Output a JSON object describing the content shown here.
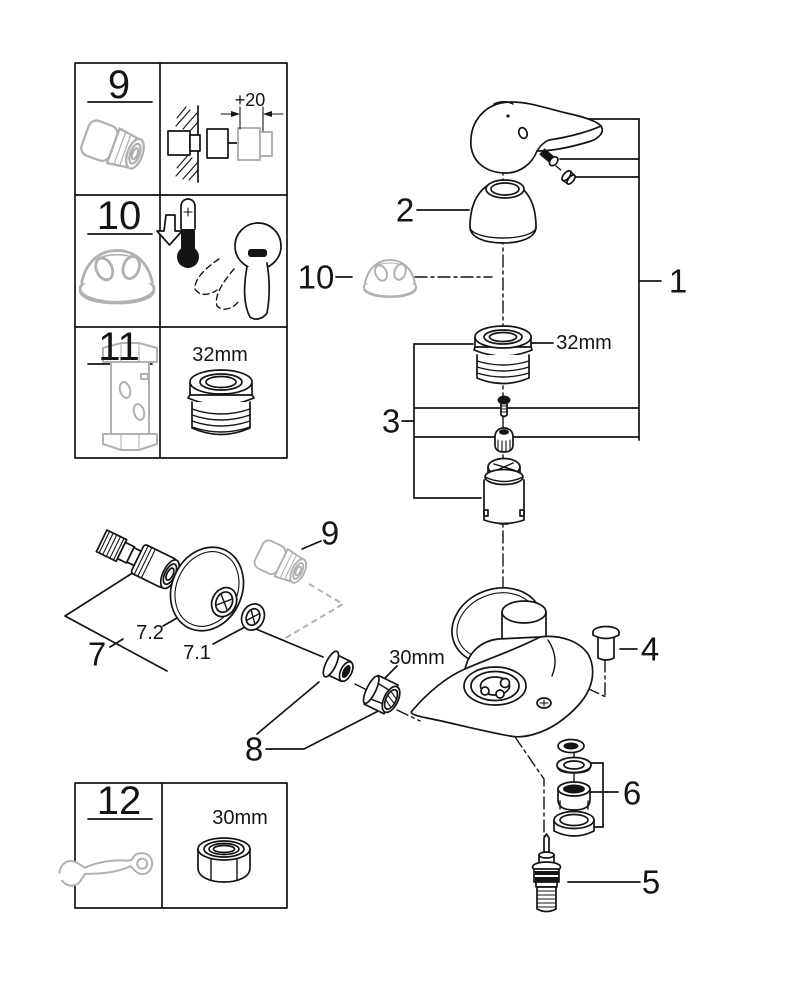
{
  "colors": {
    "ink": "#141414",
    "muted": "#b1b1b1",
    "background": "#ffffff"
  },
  "exploded_view": {
    "labels": {
      "part_1": "1",
      "part_2": "2",
      "part_3": "3",
      "part_4": "4",
      "part_5": "5",
      "part_6": "6",
      "part_7": "7",
      "part_7_1": "7.1",
      "part_7_2": "7.2",
      "part_8": "8",
      "part_9": "9",
      "part_10": "10"
    },
    "dimensions": {
      "cartridge_ring": "32mm",
      "union_nut": "30mm"
    }
  },
  "info_panels": {
    "top_panel": {
      "rows": [
        {
          "number": "9",
          "dimension": "+20"
        },
        {
          "number": "10"
        },
        {
          "number": "11",
          "dimension": "32mm"
        }
      ]
    },
    "bottom_panel": {
      "rows": [
        {
          "number": "12",
          "dimension": "30mm"
        }
      ]
    }
  }
}
